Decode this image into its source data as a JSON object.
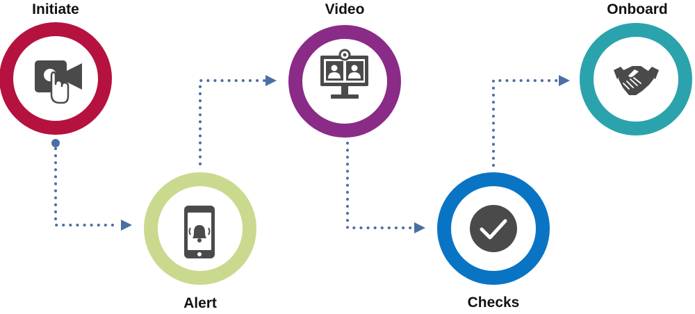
{
  "steps": [
    {
      "label": "Initiate",
      "color": "#B5123F",
      "icon": "video-camera-tap-icon"
    },
    {
      "label": "Alert",
      "color": "#C9DA8E",
      "icon": "phone-bell-icon"
    },
    {
      "label": "Video",
      "color": "#8A2B87",
      "icon": "video-conference-icon"
    },
    {
      "label": "Checks",
      "color": "#0A74C4",
      "icon": "checkmark-icon"
    },
    {
      "label": "Onboard",
      "color": "#2BA3AC",
      "icon": "handshake-icon"
    }
  ],
  "connector_color": "#4A6FA5",
  "icon_color": "#4A4A4A"
}
